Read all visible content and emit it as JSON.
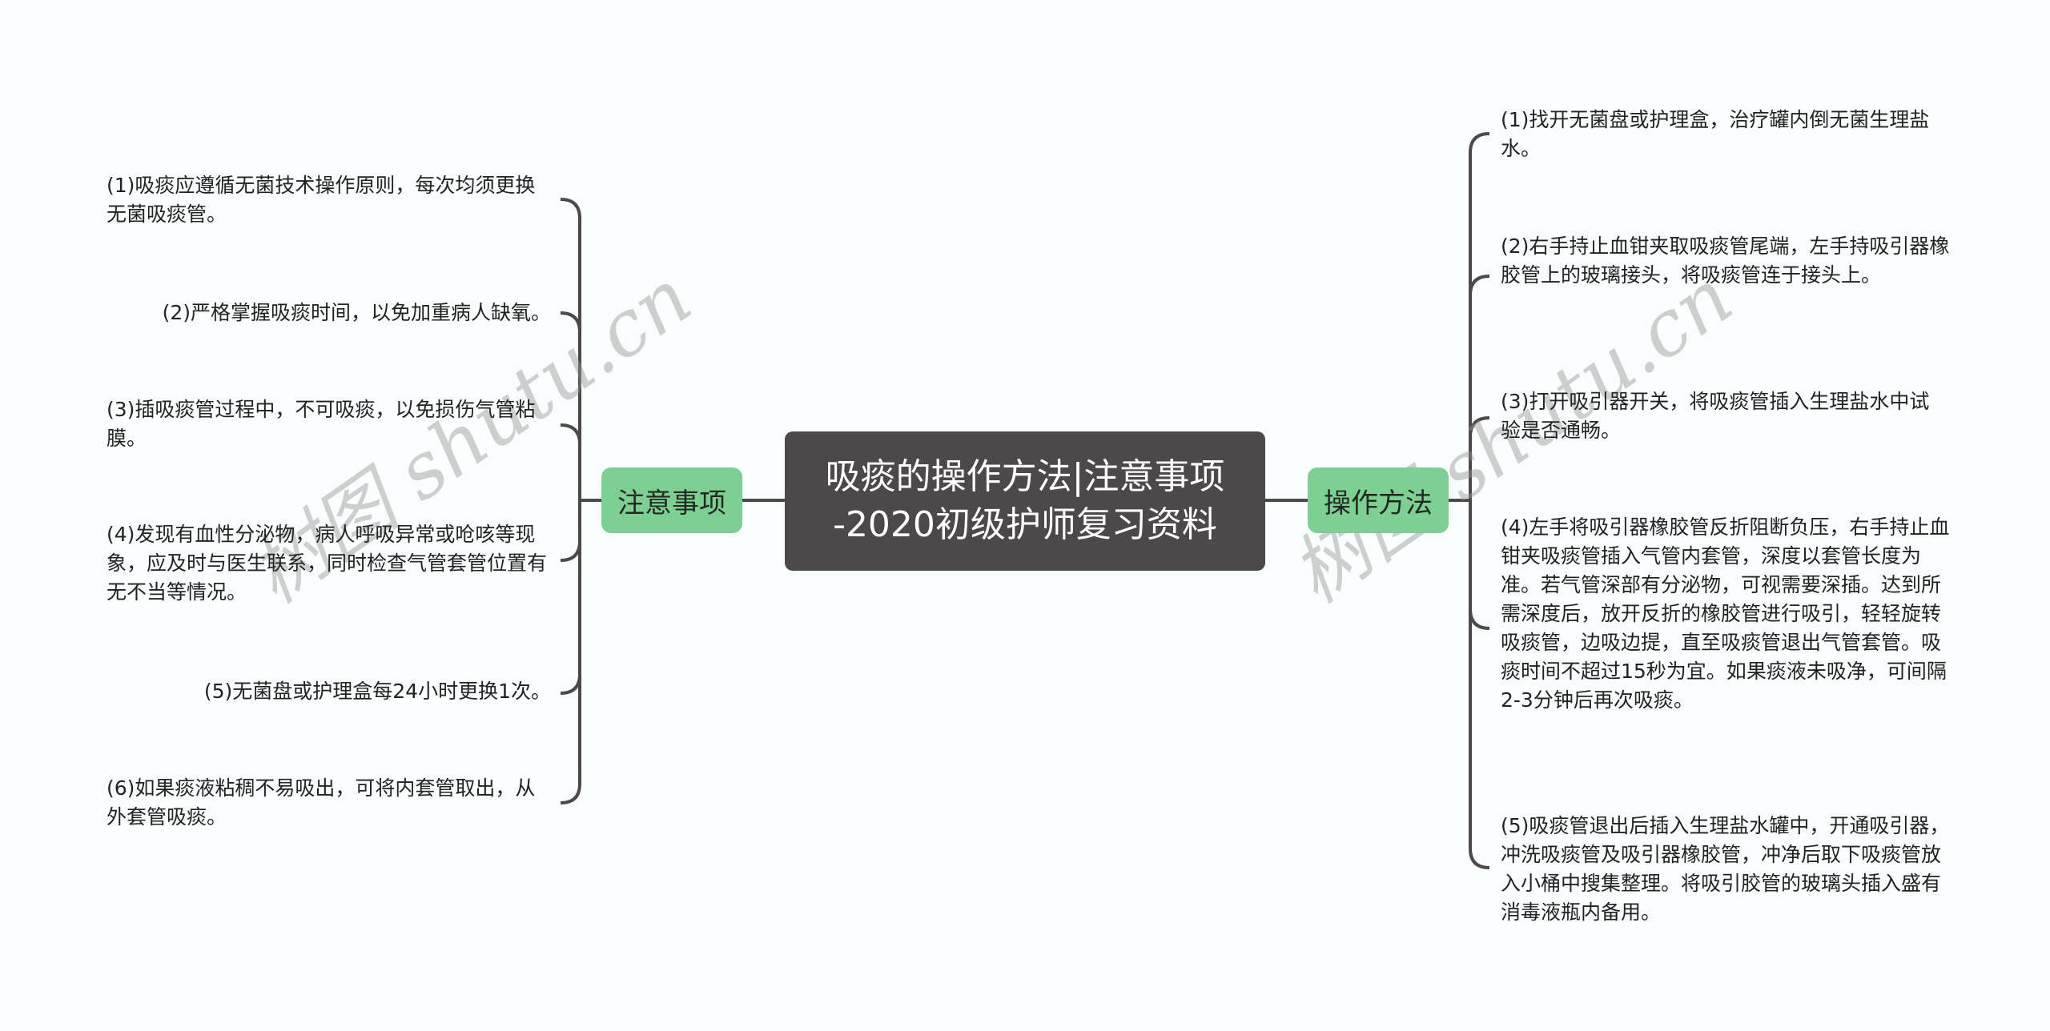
{
  "center": {
    "title_line1": "吸痰的操作方法|注意事项",
    "title_line2": "-2020初级护师复习资料"
  },
  "left_branch": {
    "label": "注意事项",
    "items": [
      {
        "text": "(1)吸痰应遵循无菌技术操作原则，每次均须更换无菌吸痰管。"
      },
      {
        "text": "(2)严格掌握吸痰时间，以免加重病人缺氧。"
      },
      {
        "text": "(3)插吸痰管过程中，不可吸痰，以免损伤气管粘膜。"
      },
      {
        "text": "(4)发现有血性分泌物，病人呼吸异常或呛咳等现象，应及时与医生联系，同时检查气管套管位置有无不当等情况。"
      },
      {
        "text": "(5)无菌盘或护理盒每24小时更换1次。"
      },
      {
        "text": "(6)如果痰液粘稠不易吸出，可将内套管取出，从外套管吸痰。"
      }
    ]
  },
  "right_branch": {
    "label": "操作方法",
    "items": [
      {
        "text": "(1)找开无菌盘或护理盒，治疗罐内倒无菌生理盐水。"
      },
      {
        "text": "(2)右手持止血钳夹取吸痰管尾端，左手持吸引器橡胶管上的玻璃接头，将吸痰管连于接头上。"
      },
      {
        "text": "(3)打开吸引器开关，将吸痰管插入生理盐水中试验是否通畅。"
      },
      {
        "text": "(4)左手将吸引器橡胶管反折阻断负压，右手持止血钳夹吸痰管插入气管内套管，深度以套管长度为准。若气管深部有分泌物，可视需要深插。达到所需深度后，放开反折的橡胶管进行吸引，轻轻旋转吸痰管，边吸边提，直至吸痰管退出气管套管。吸痰时间不超过15秒为宜。如果痰液未吸净，可间隔2-3分钟后再次吸痰。"
      },
      {
        "text": "(5)吸痰管退出后插入生理盐水罐中，开通吸引器，冲洗吸痰管及吸引器橡胶管，冲净后取下吸痰管放入小桶中搜集整理。将吸引胶管的玻璃头插入盛有消毒液瓶内备用。"
      }
    ]
  },
  "watermark": {
    "text": "树图 shutu.cn"
  },
  "colors": {
    "background": "#f9fdfe",
    "center_node": "#4d4849",
    "branch_node": "#7ecf93",
    "connector": "#4d4849",
    "text": "#222222"
  }
}
